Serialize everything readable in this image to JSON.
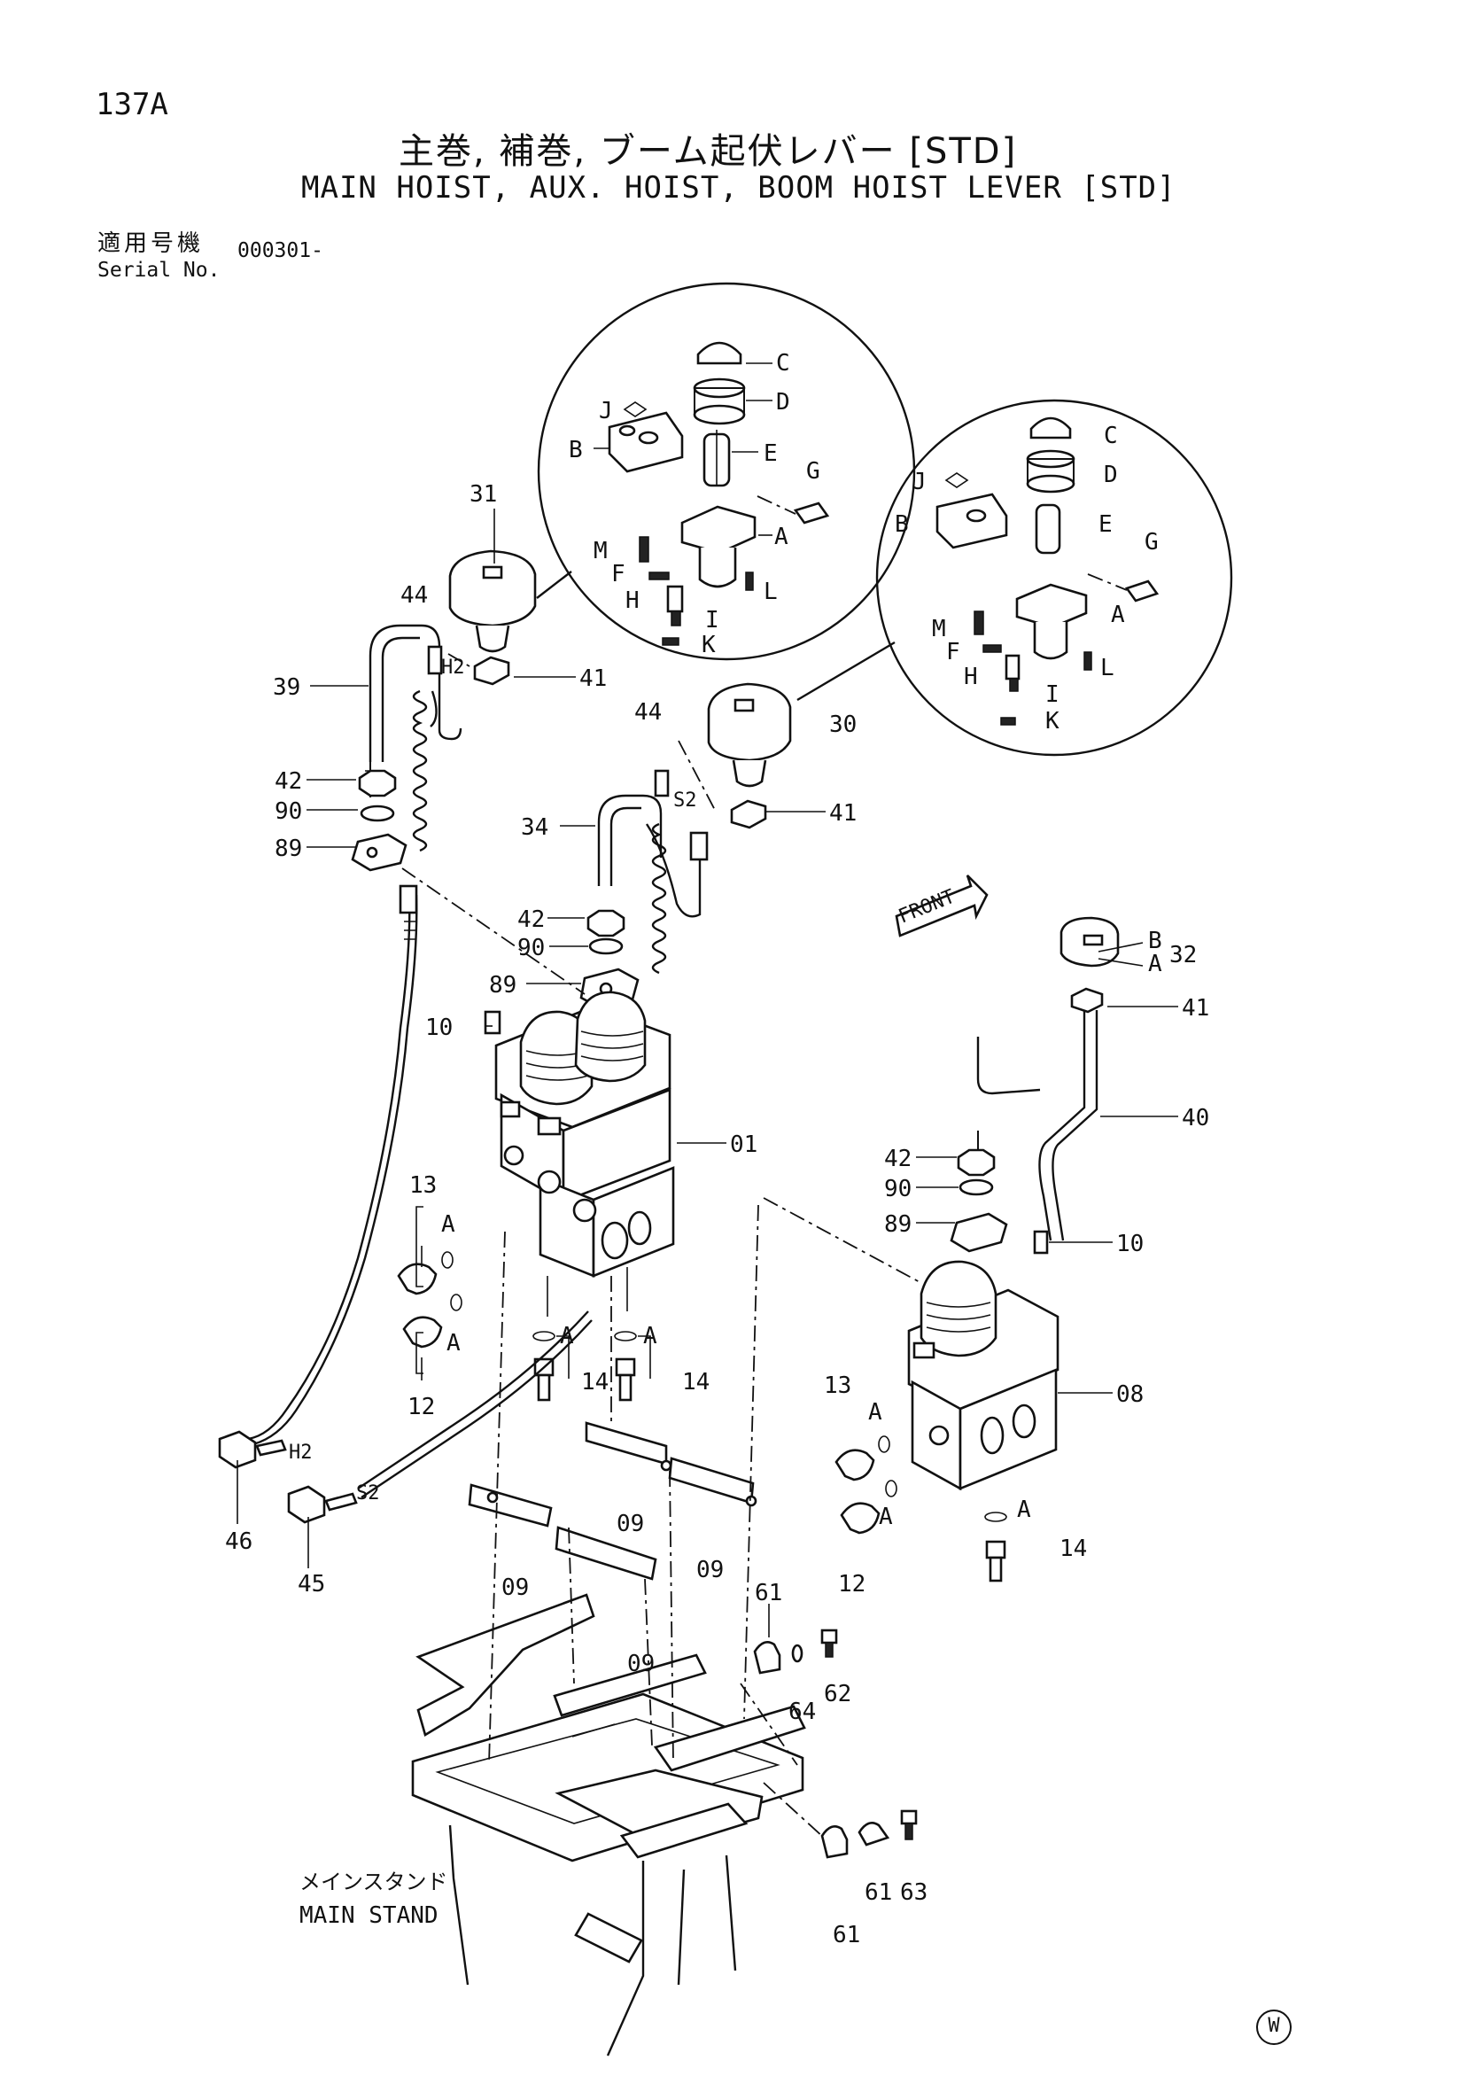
{
  "header": {
    "page_number": "137A",
    "title_jp": "主巻, 補巻, ブーム起伏レバー [STD]",
    "title_en": "MAIN HOIST, AUX. HOIST, BOOM HOIST LEVER [STD]",
    "serial_label_jp": "適用号機",
    "serial_label_en": "Serial No.",
    "serial_value": "000301-"
  },
  "callouts": {
    "p01": "01",
    "p08": "08",
    "p09": "09",
    "p10": "10",
    "p12": "12",
    "p13": "13",
    "p14": "14",
    "p30": "30",
    "p31": "31",
    "p32": "32",
    "p34": "34",
    "p39": "39",
    "p40": "40",
    "p41": "41",
    "p42": "42",
    "p44": "44",
    "p45": "45",
    "p46": "46",
    "p61": "61",
    "p62": "62",
    "p63": "63",
    "p64": "64",
    "p89": "89",
    "p90": "90"
  },
  "detail_letters": [
    "A",
    "B",
    "C",
    "D",
    "E",
    "F",
    "G",
    "H",
    "I",
    "J",
    "K",
    "L",
    "M"
  ],
  "markers": {
    "h2": "H2",
    "s2": "S2",
    "front": "FRONT"
  },
  "stand": {
    "label_jp": "メインスタンド",
    "label_en": "MAIN STAND"
  },
  "footer_mark": "W"
}
